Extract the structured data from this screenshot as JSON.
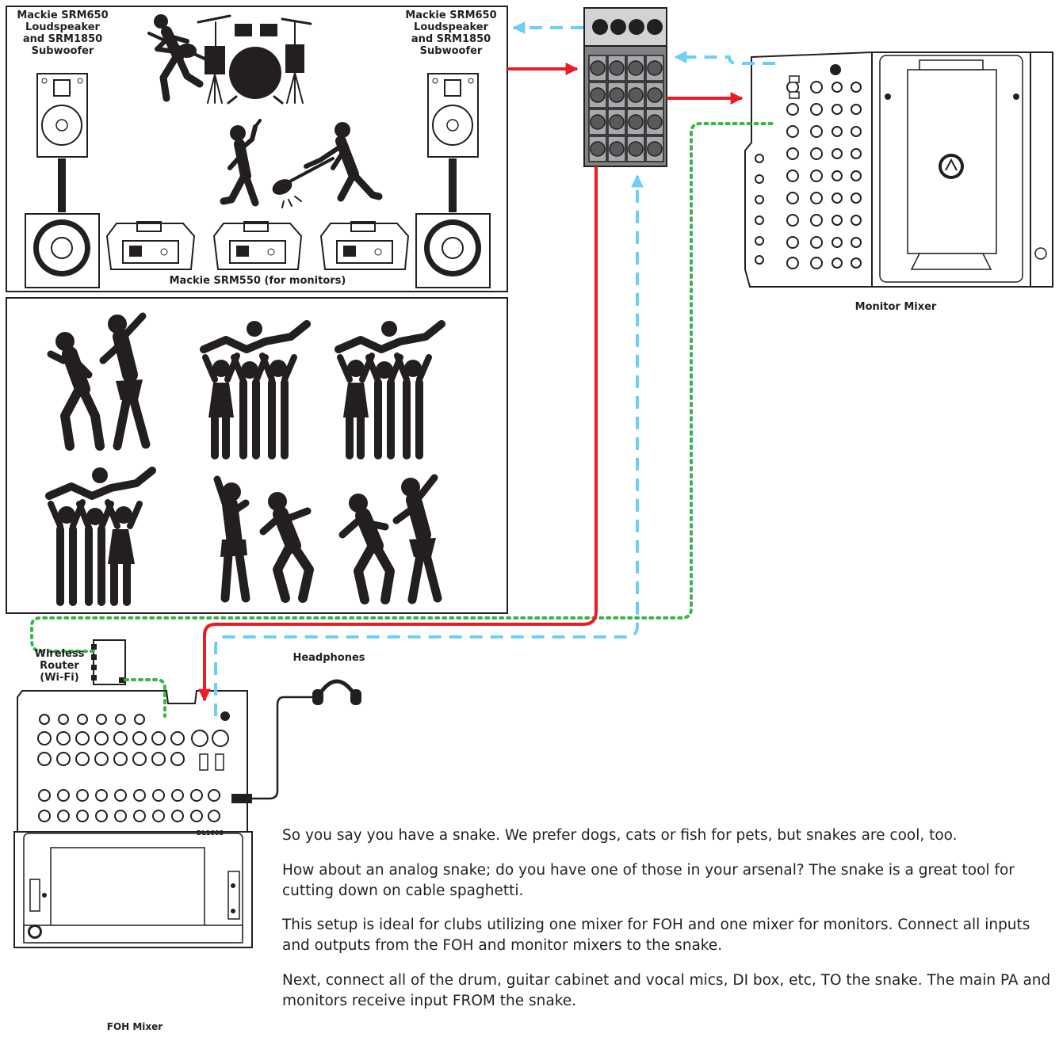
{
  "labels": {
    "speaker_left": "Mackie SRM650\nLoudspeaker\nand SRM1850\nSubwoofer",
    "speaker_right": "Mackie SRM650\nLoudspeaker\nand SRM1850\nSubwoofer",
    "monitors": "Mackie SRM550 (for monitors)",
    "monitor_mixer": "Monitor Mixer",
    "foh_mixer": "FOH Mixer",
    "router": "Wireless\nRouter\n(Wi-Fi)",
    "headphones": "Headphones",
    "mixer_model": "DL1608"
  },
  "paragraphs": [
    "So you say you have a snake. We prefer dogs, cats or fish for pets, but snakes are cool, too.",
    "How about an analog snake; do you have one of those in your arsenal? The snake is a great tool for cutting down on cable spaghetti.",
    "This setup is ideal for clubs utilizing one mixer for FOH and one mixer for monitors. Connect all inputs and outputs from the FOH and monitor mixers to the snake.",
    "Next, connect all of the drum, guitar cabinet and vocal mics, DI box, etc, TO the snake. The main PA and monitors receive input FROM the snake."
  ],
  "colors": {
    "red_line": "#ed1c24",
    "blue_dashed": "#6dcff6",
    "green_dotted": "#39b54a",
    "black": "#231f20",
    "snake_gray": "#808285"
  },
  "icons": [
    "guitarist-icon",
    "drum-kit-icon",
    "singer-icon",
    "bassist-icon",
    "dancer-icon",
    "crowd-surfer-icon",
    "headphones-icon",
    "mackie-logo-icon"
  ]
}
